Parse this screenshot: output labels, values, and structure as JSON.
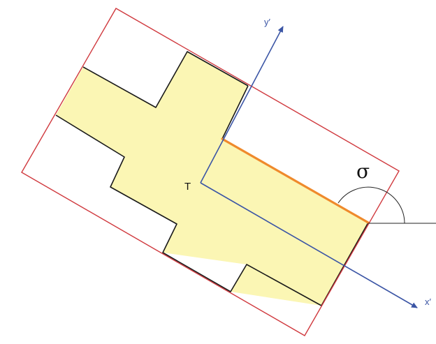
{
  "labels": {
    "centroid": "T",
    "x_axis": "x′",
    "y_axis": "y′",
    "angle": "σ"
  },
  "colors": {
    "bounding_rect": "#d0393e",
    "shape_fill": "#fbf6b4",
    "shape_outline": "#1a1a1a",
    "axes": "#3b55a5",
    "highlight_edge": "#ef8a2c",
    "reference_line": "#222222"
  }
}
